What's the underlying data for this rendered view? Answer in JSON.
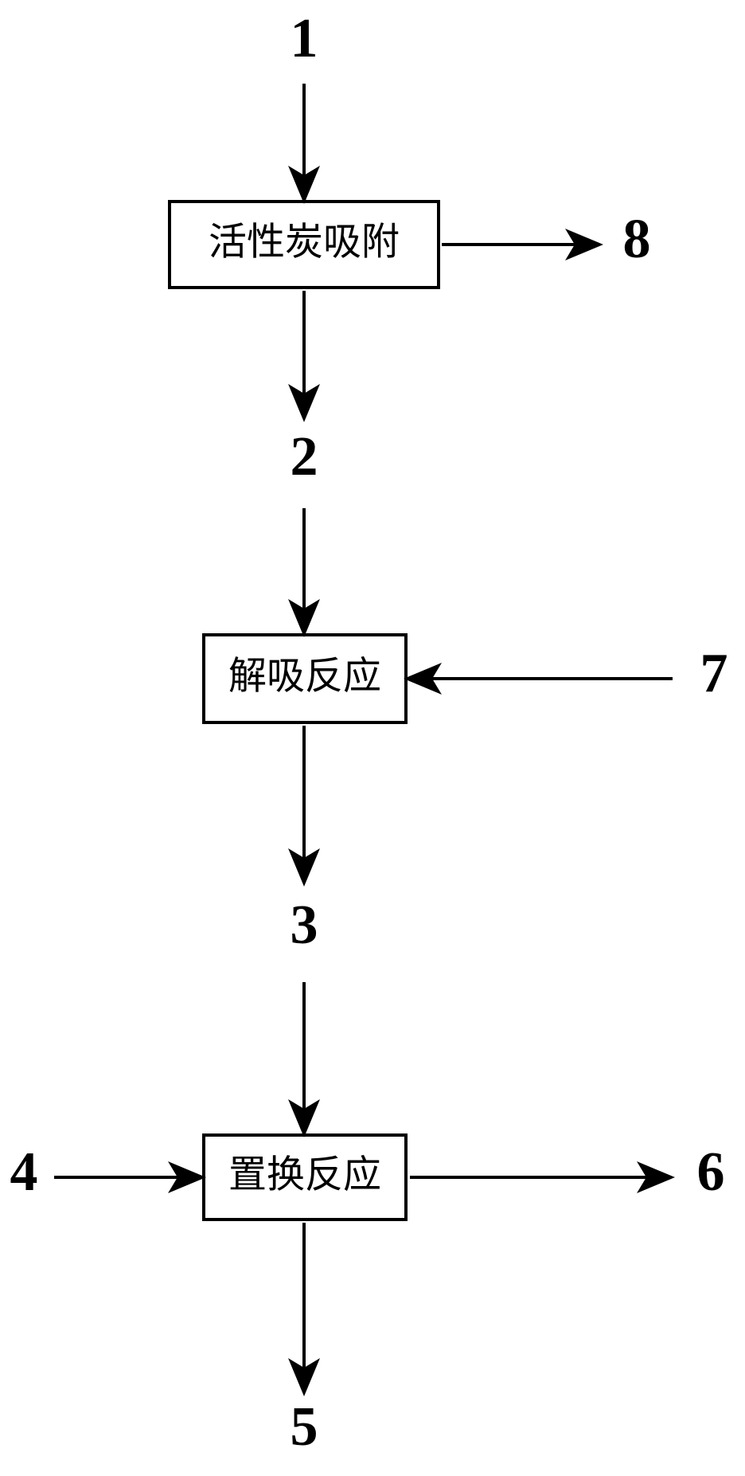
{
  "processes": {
    "adsorption": "活性炭吸附",
    "desorption": "解吸反应",
    "replacement": "置换反应"
  },
  "streams": [
    "1",
    "2",
    "3",
    "4",
    "5",
    "6",
    "7",
    "8"
  ]
}
